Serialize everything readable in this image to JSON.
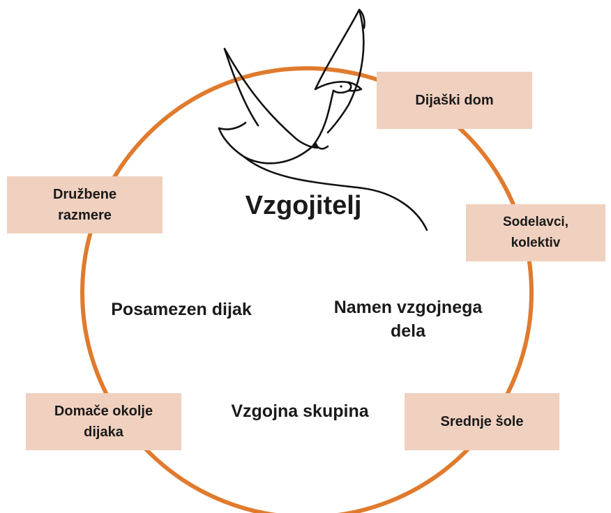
{
  "diagram": {
    "center_label": "Vzgojitelj",
    "outer_boxes": {
      "top_right": "Dijaški dom",
      "right": "Sodelavci,\nkolektiv",
      "bottom_right": "Srednje šole",
      "bottom_left": "Domače okolje\ndijaka",
      "left": "Družbene\nrazmere"
    },
    "inner_labels": {
      "left": "Posamezen dijak",
      "right": "Namen vzgojnega\ndela",
      "bottom": "Vzgojna skupina"
    },
    "colors": {
      "ring": "#e07b2e",
      "box_fill": "#f0d0bf",
      "text": "#1a1a1a",
      "dove_stroke": "#111111"
    },
    "icon": "dove-icon"
  }
}
